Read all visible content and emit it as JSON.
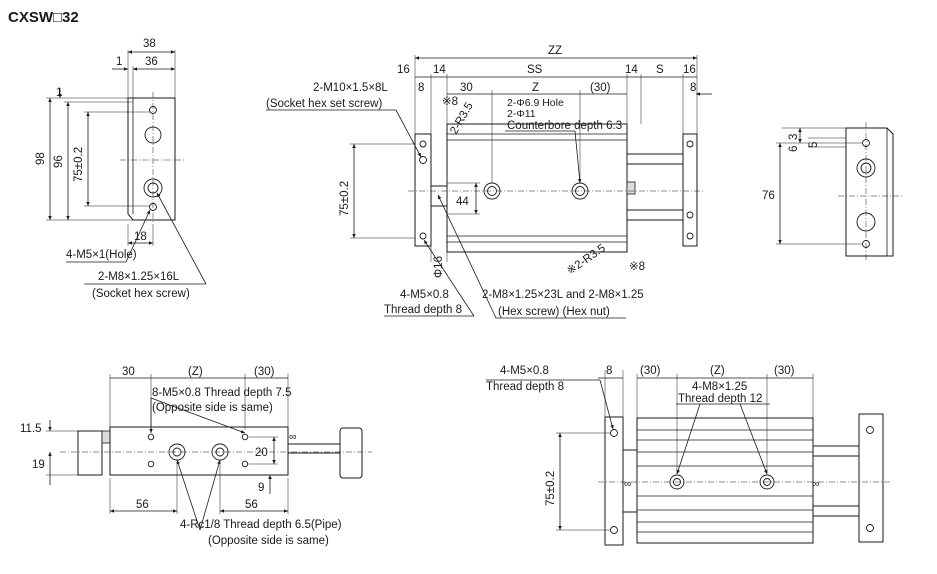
{
  "title": "CXSW□32",
  "view_side": {
    "dims": {
      "w38": "38",
      "w36": "36",
      "w1": "1",
      "h1": "1",
      "h98": "98",
      "h96": "96",
      "h75": "75±0.2",
      "w18": "18"
    },
    "callouts": {
      "holes": "4-M5×1(Hole)",
      "screw1": "2-M8×1.25×16L",
      "screw2": "(Socket hex screw)"
    }
  },
  "view_top": {
    "dims": {
      "zz": "ZZ",
      "d16a": "16",
      "d8a": "8",
      "d14a": "14",
      "d30": "30",
      "ss": "SS",
      "z": "Z",
      "p30": "(30)",
      "d14b": "14",
      "s": "S",
      "d16b": "16",
      "d8b": "8",
      "x8a": "※8",
      "r35a": "2-R3.5",
      "h75": "75±0.2",
      "d44": "44",
      "phi16": "Φ16",
      "r35b": "※2-R3.5",
      "x8b": "※8"
    },
    "callouts": {
      "setscrew1": "2-M10×1.5×8L",
      "setscrew2": "(Socket hex set screw)",
      "hole1": "2-Φ6.9 Hole",
      "hole2": "2-Φ11",
      "hole3": "Counterbore depth 6.3",
      "m5a": "4-M5×0.8",
      "m5b": "Thread depth 8",
      "m8a": "2-M8×1.25×23L and 2-M8×1.25",
      "m8b": "(Hex screw) (Hex nut)"
    }
  },
  "view_right": {
    "dims": {
      "d6": "6",
      "d3": "3",
      "d5": "5",
      "d76": "76"
    }
  },
  "view_front": {
    "dims": {
      "d30": "30",
      "pz": "(Z)",
      "p30": "(30)",
      "d115": "11.5",
      "d19": "19",
      "d20": "20",
      "d9": "9",
      "d56a": "56",
      "d56b": "56"
    },
    "callouts": {
      "m5a": "8-M5×0.8 Thread depth 7.5",
      "m5b": "(Opposite side is same)",
      "rca": "4-Rc1/8 Thread depth 6.5(Pipe)",
      "rcb": "(Opposite side is same)"
    }
  },
  "view_bottom": {
    "dims": {
      "d8": "8",
      "p30a": "(30)",
      "pz": "(Z)",
      "p30b": "(30)",
      "h75": "75±0.2"
    },
    "callouts": {
      "m5a": "4-M5×0.8",
      "m5b": "Thread depth 8",
      "m8a": "4-M8×1.25",
      "m8b": "Thread depth 12"
    }
  }
}
